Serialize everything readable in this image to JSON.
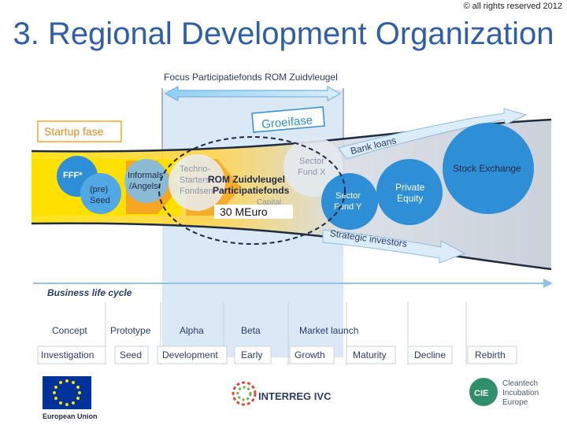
{
  "copyright": "© all rights reserved 2012",
  "title": "3. Regional Development Organization",
  "title_line2": "Organization",
  "diagram": {
    "focus_label": "Focus Participatiefonds ROM Zuidvleugel",
    "startup_label": "Startup fase",
    "growth_label": "Groeifase",
    "bank_loans": "Bank loans",
    "strategic_investors": "Strategic investors",
    "fff": "FFF*",
    "pre_seed_1": "(pre)",
    "pre_seed_2": "Seed",
    "informals_1": "Informals",
    "informals_2": "/Angels",
    "techno_1": "Techno-",
    "techno_2": "Starters",
    "techno_3": "Fondsen",
    "rom_1": "ROM Zuidvleugel",
    "rom_2": "Participatiefonds",
    "capital": "Capital",
    "amount": "30 MEuro",
    "sector_x_1": "Sector",
    "sector_x_2": "Fund X",
    "sector_y_1": "Sector",
    "sector_y_2": "Fund Y",
    "private_equity_1": "Private",
    "private_equity_2": "Equity",
    "stock_exchange": "Stock Exchange",
    "business_life_cycle": "Business life cycle",
    "phases": [
      "Concept",
      "Prototype",
      "Alpha",
      "Beta",
      "Market launch"
    ],
    "stages": [
      "Investigation",
      "Seed",
      "Development",
      "Early",
      "Growth",
      "Maturity",
      "Decline",
      "Rebirth"
    ]
  },
  "footer": {
    "eu_label": "European Union",
    "interreg_label": "INTERREG IVC",
    "cie_1": "Cleantech",
    "cie_2": "Incubation",
    "cie_3": "Europe",
    "cie_badge": "CIE"
  },
  "colors": {
    "title": "#2f5fa8",
    "bubble_blue": "#2e8fd6",
    "orange": "#f5a623",
    "yellow_band": "#ffe000",
    "eu_blue": "#003399",
    "cie_green": "#2f8f6a"
  }
}
